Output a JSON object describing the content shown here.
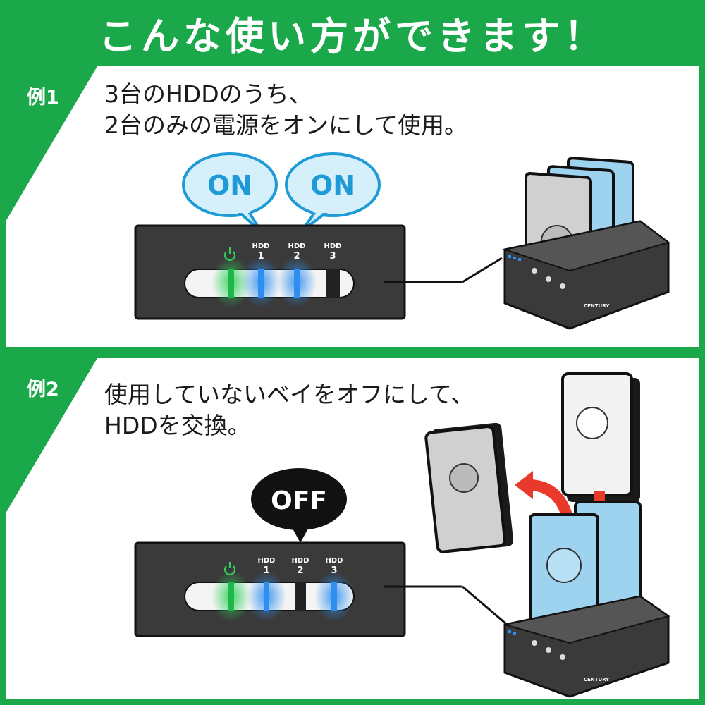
{
  "banner": {
    "title": "こんな使い方ができます！"
  },
  "example1": {
    "tag": "例1",
    "line1": "3台のHDDのうち、",
    "line2": "2台のみの電源をオンにして使用。",
    "bubbles": [
      "ON",
      "ON"
    ],
    "panel_labels": {
      "hdd1_top": "HDD",
      "hdd1_num": "1",
      "hdd2_top": "HDD",
      "hdd2_num": "2",
      "hdd3_top": "HDD",
      "hdd3_num": "3"
    },
    "device_brand": "CENTURY"
  },
  "example2": {
    "tag": "例2",
    "line1": "使用していないベイをオフにして、",
    "line2": "HDDを交換。",
    "bubble": "OFF",
    "panel_labels": {
      "hdd1_top": "HDD",
      "hdd1_num": "1",
      "hdd2_top": "HDD",
      "hdd2_num": "2",
      "hdd3_top": "HDD",
      "hdd3_num": "3"
    },
    "device_brand": "CENTURY"
  },
  "colors": {
    "green": "#1aa84a",
    "led_green": "#2fd15a",
    "led_blue": "#2f8ff0",
    "bubble_blue": "#d6f0fb",
    "bubble_stroke": "#1e9ad6",
    "arrow_red": "#e8392b",
    "hdd_blue": "#9ed3f0"
  },
  "icons": [
    "power-icon",
    "swap-arrow-icon",
    "insert-arrow-icon"
  ]
}
